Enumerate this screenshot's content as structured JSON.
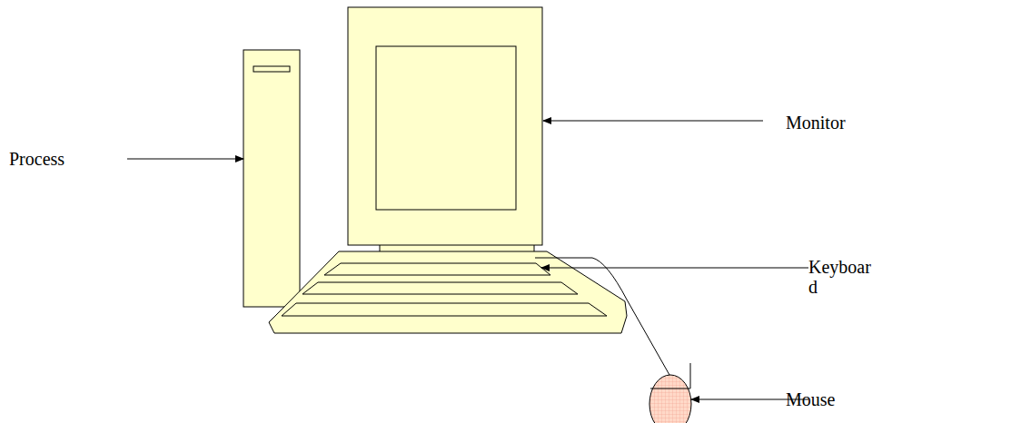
{
  "diagram": {
    "labels": [
      "Monitor",
      "Process",
      "Keyboard",
      "Mouse"
    ]
  }
}
